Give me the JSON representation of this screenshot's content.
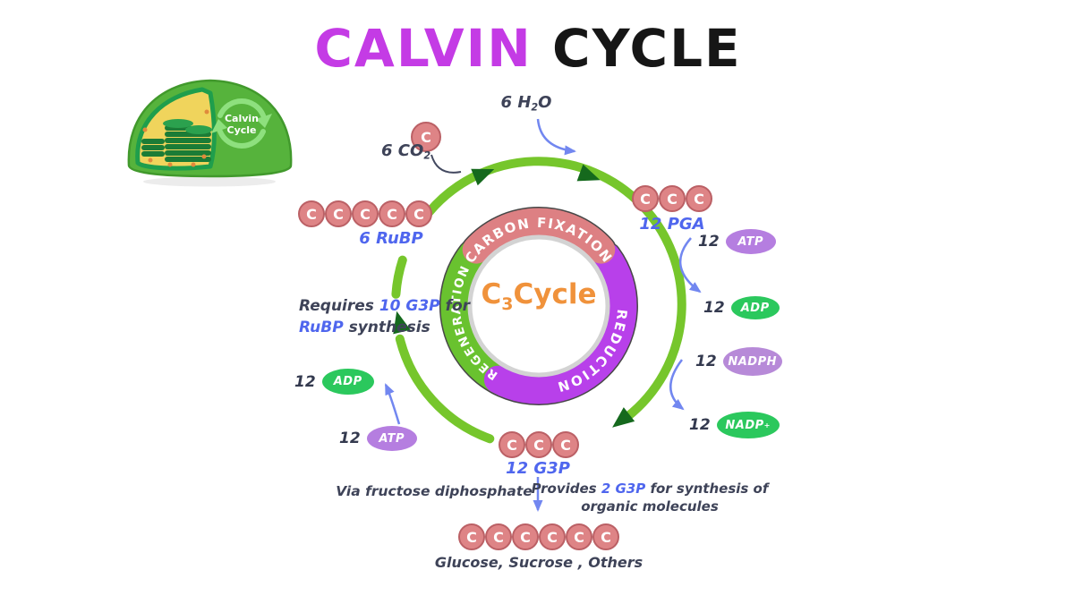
{
  "title": {
    "word1": "CALVIN",
    "word2": "CYCLE"
  },
  "organelle": {
    "line1": "Calvin",
    "line2": "Cycle"
  },
  "center": {
    "c": "C",
    "sub": "3",
    "rest": "Cycle"
  },
  "segments": {
    "top": "CARBON FIXATION",
    "right": "REDUCTION",
    "left": "REGENERATION"
  },
  "carbon": {
    "letter": "C"
  },
  "inputs": {
    "h2o": {
      "pre": "6 H",
      "sub": "2",
      "post": "O"
    },
    "co2": {
      "pre": "6 CO",
      "sub": "2"
    }
  },
  "labels": {
    "pga": "12 PGA",
    "rubp": "6 RuBP",
    "g3p": "12 G3P",
    "glucose": "Glucose, Sucrose , Others"
  },
  "pills": {
    "atp_right": {
      "count": "12",
      "label": "ATP"
    },
    "adp_right": {
      "count": "12",
      "label": "ADP"
    },
    "nadph": {
      "count": "12",
      "label": "NADPH"
    },
    "nadp": {
      "count": "12",
      "label": "NADP",
      "sup": "+"
    },
    "adp_left": {
      "count": "12",
      "label": "ADP"
    },
    "atp_left": {
      "count": "12",
      "label": "ATP"
    }
  },
  "notes": {
    "requires": {
      "t1": "Requires ",
      "hl1": "10 G3P",
      "t2": " for",
      "hl2": "RuBP",
      "t3": " synthesis"
    },
    "via": "Via fructose diphosphate",
    "provides": {
      "t1": "Provides ",
      "hl": "2 G3P",
      "t2": " for synthesis of",
      "line2": "organic molecules"
    }
  },
  "colors": {
    "accent_magenta": "#c43be5",
    "cycle_green": "#76c62c",
    "arrow_dark_green": "#15691d",
    "segment_rose": "#dd8083",
    "segment_purple": "#b840ea",
    "segment_green": "#69c22f",
    "pill_green": "#2bc85d",
    "pill_lavender": "#b57ee0",
    "text_blue": "#4f66ee",
    "text_dark": "#3e4358",
    "center_orange": "#f0923b",
    "carbon_circle": "#de8486",
    "blue_arrow": "#7287f0"
  }
}
